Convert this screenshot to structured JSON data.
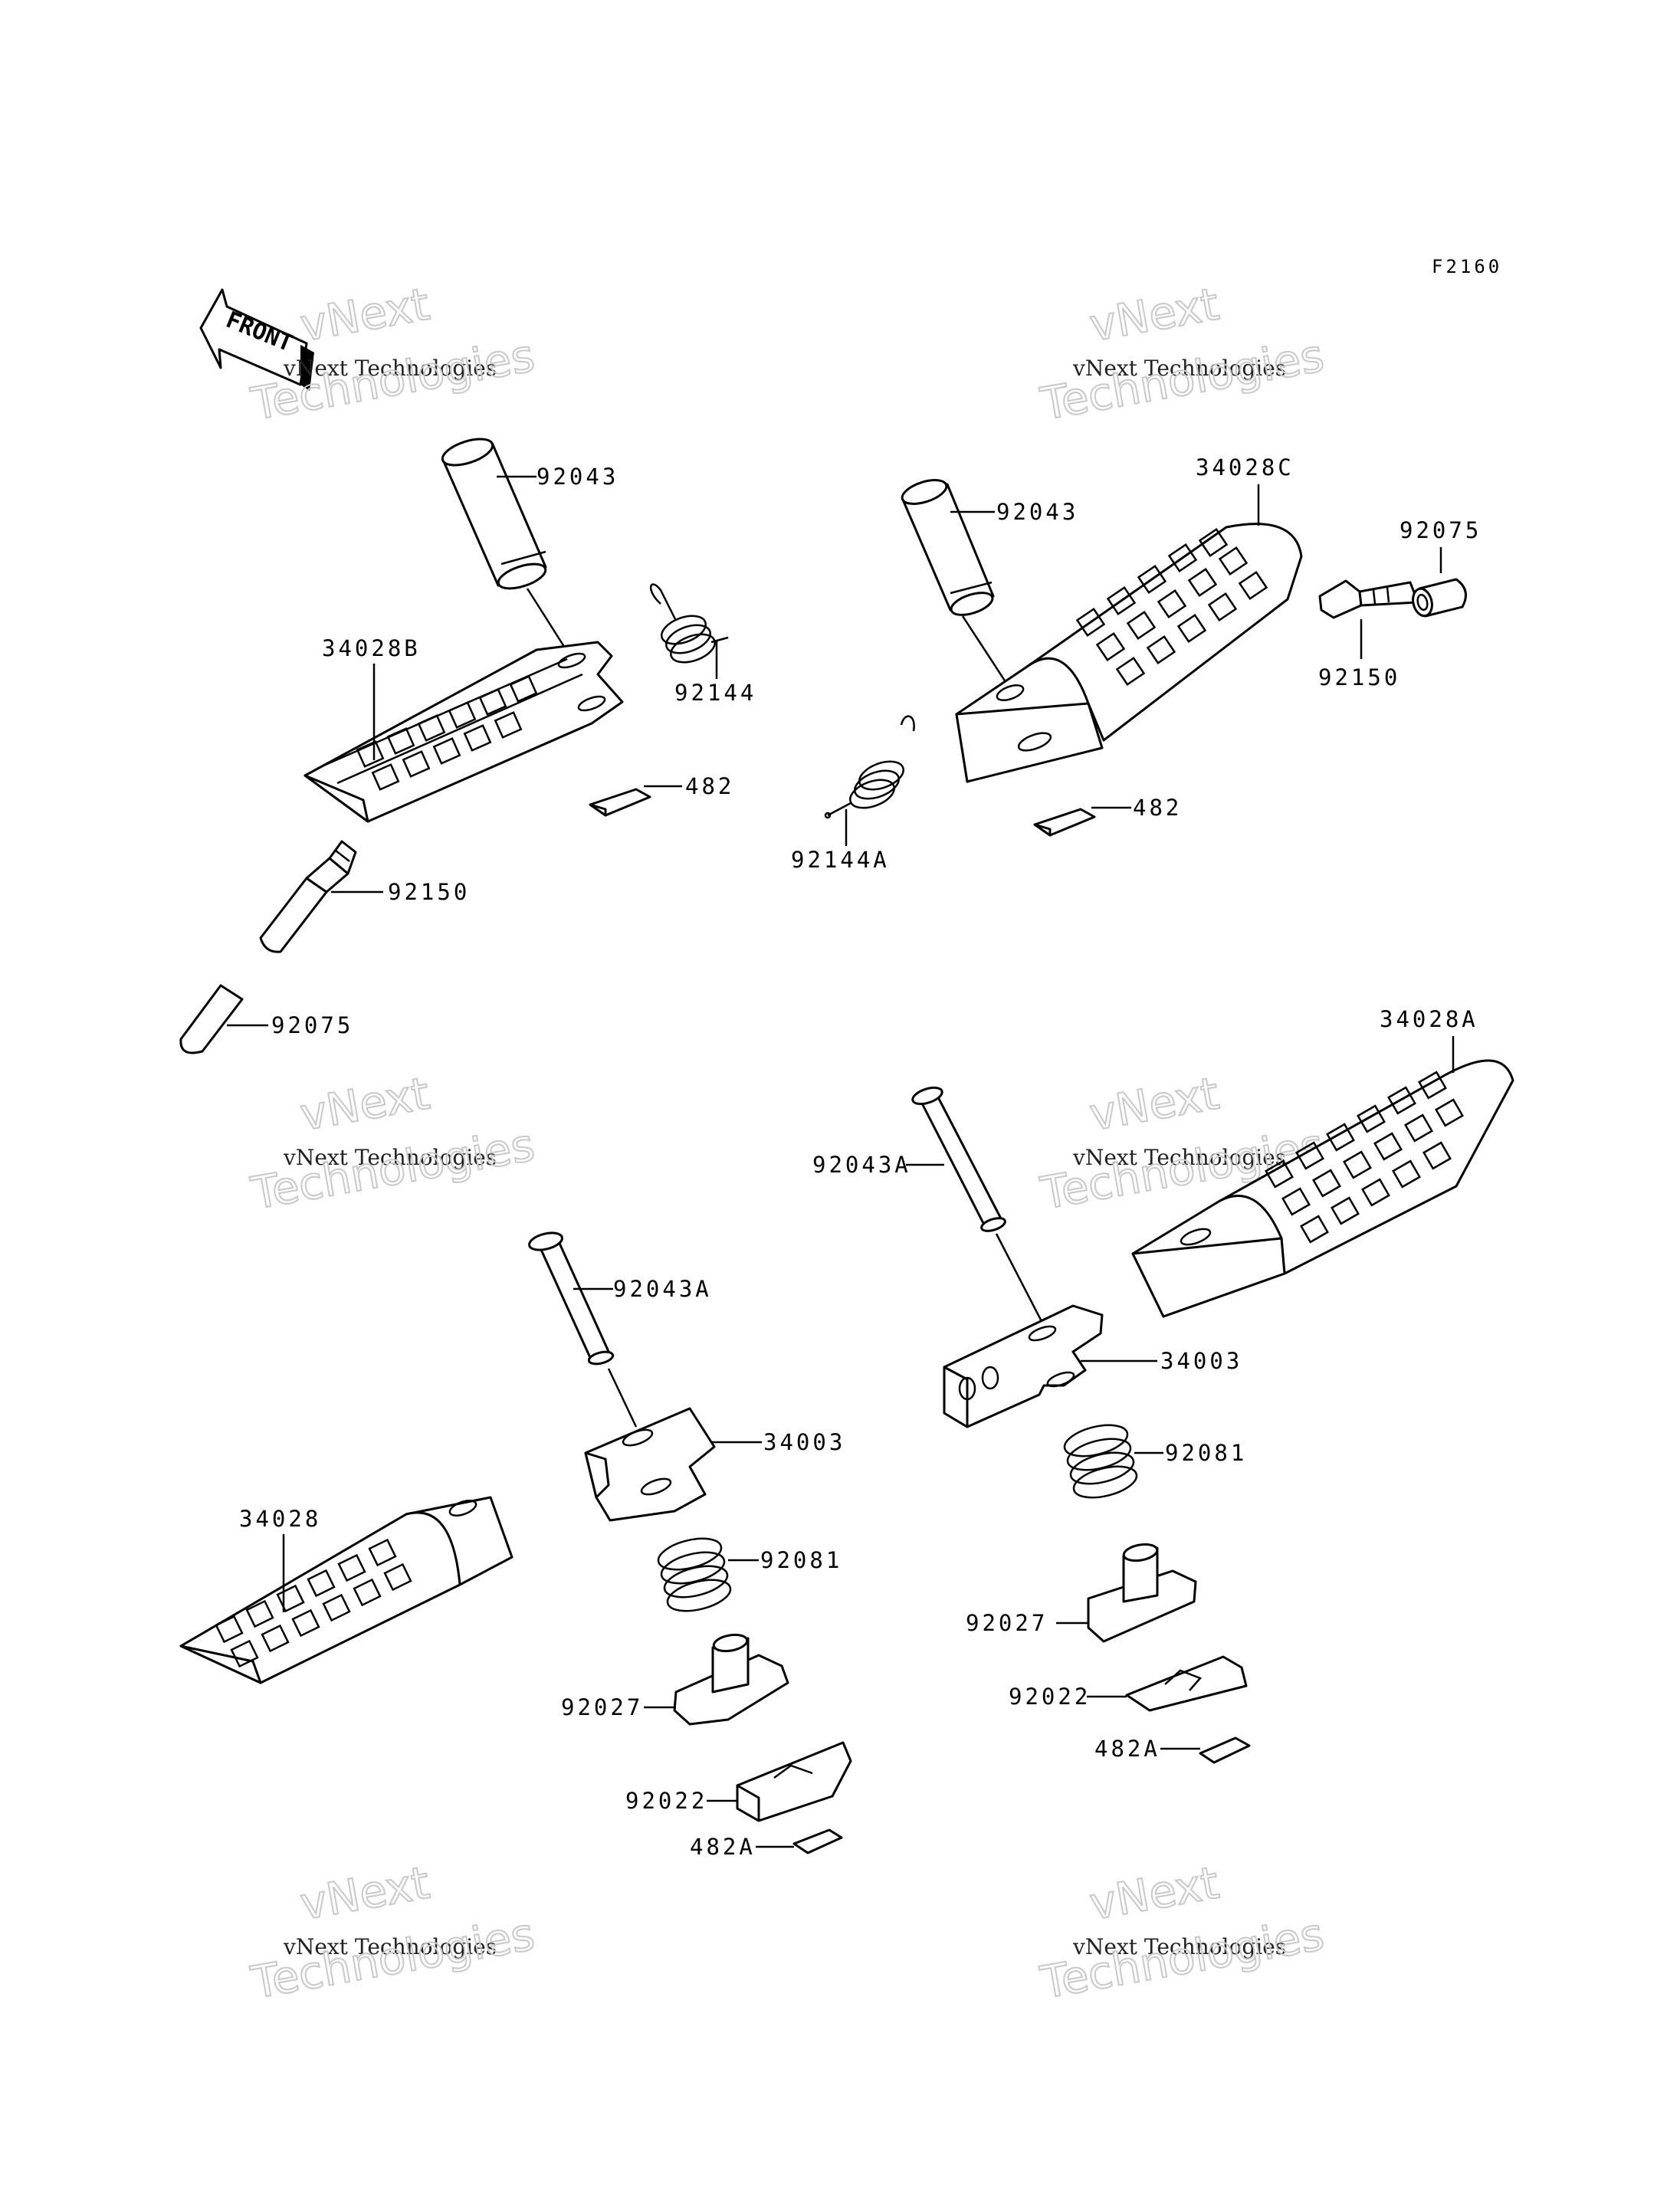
{
  "diagram": {
    "figure_code": "F2160",
    "front_arrow_label": "FRONT",
    "watermark": {
      "line1": "vNext",
      "line2": "vNext Technologies",
      "line3": "Technologies"
    },
    "callouts": {
      "c92043_a": "92043",
      "c92043_b": "92043",
      "c34028B": "34028B",
      "c34028C": "34028C",
      "c34028A": "34028A",
      "c34028": "34028",
      "c92144": "92144",
      "c92144A": "92144A",
      "c482_a": "482",
      "c482_b": "482",
      "c482A_a": "482A",
      "c482A_b": "482A",
      "c92150_a": "92150",
      "c92150_b": "92150",
      "c92075_a": "92075",
      "c92075_b": "92075",
      "c92043A_a": "92043A",
      "c92043A_b": "92043A",
      "c34003_a": "34003",
      "c34003_b": "34003",
      "c92081_a": "92081",
      "c92081_b": "92081",
      "c92027_a": "92027",
      "c92027_b": "92027",
      "c92022_a": "92022",
      "c92022_b": "92022"
    }
  }
}
